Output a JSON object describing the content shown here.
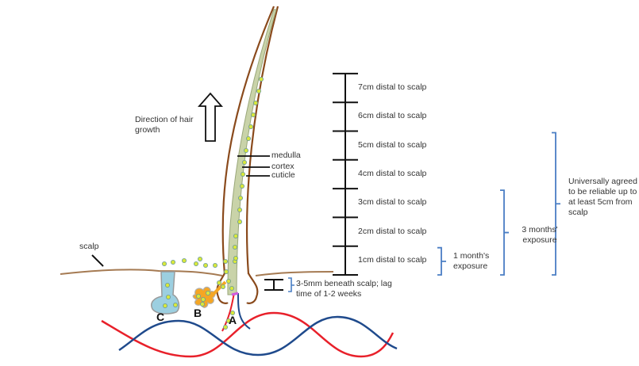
{
  "diagram": {
    "title_labels": {
      "growth_direction": "Direction of hair growth",
      "scalp": "scalp"
    },
    "hair_layers": [
      "medulla",
      "cortex",
      "cuticle"
    ],
    "scale": {
      "unit": "cm",
      "ticks": [
        {
          "value": 7,
          "label": "7cm distal to scalp"
        },
        {
          "value": 6,
          "label": "6cm distal to scalp"
        },
        {
          "value": 5,
          "label": "5cm distal to scalp"
        },
        {
          "value": 4,
          "label": "4cm distal to scalp"
        },
        {
          "value": 3,
          "label": "3cm distal to scalp"
        },
        {
          "value": 2,
          "label": "2cm distal to scalp"
        },
        {
          "value": 1,
          "label": "1cm distal to scalp"
        }
      ]
    },
    "beneath_scalp_note": "3-5mm beneath scalp; lag time of 1-2 weeks",
    "brackets": [
      {
        "id": "one-month",
        "label": "1 month's exposure",
        "from_cm": 0,
        "to_cm": 1
      },
      {
        "id": "three-months",
        "label": "3 months' exposure",
        "from_cm": 0,
        "to_cm": 3
      },
      {
        "id": "reliable",
        "label": "Universally agreed to be reliable up to at least 5cm from scalp",
        "from_cm": 0,
        "to_cm": 5
      }
    ],
    "sources": [
      {
        "id": "A",
        "label": "A"
      },
      {
        "id": "B",
        "label": "B"
      },
      {
        "id": "C",
        "label": "C"
      }
    ],
    "colors": {
      "hair_outline": "#8a4a1c",
      "scalp_line": "#a57a52",
      "medulla_fill": "#c9d3a9",
      "particle": "#d9e83a",
      "bracket_blue": "#4a7ec4",
      "artery_red": "#e8202a",
      "vein_blue": "#1f4a8c",
      "gland_blue": "#9ccfe0",
      "gland_orange": "#f5a623",
      "scale_black": "#111111"
    }
  }
}
